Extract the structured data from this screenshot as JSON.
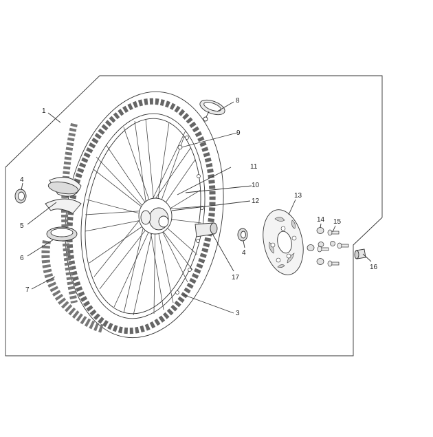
{
  "callouts": [
    {
      "id": "c1",
      "label": "1"
    },
    {
      "id": "c2",
      "label": "3"
    },
    {
      "id": "c3",
      "label": "4"
    },
    {
      "id": "c4",
      "label": "4"
    },
    {
      "id": "c5",
      "label": "5"
    },
    {
      "id": "c6",
      "label": "6"
    },
    {
      "id": "c7",
      "label": "7"
    },
    {
      "id": "c8",
      "label": "8"
    },
    {
      "id": "c9",
      "label": "9"
    },
    {
      "id": "c10",
      "label": "10"
    },
    {
      "id": "c11",
      "label": "11"
    },
    {
      "id": "c12",
      "label": "12"
    },
    {
      "id": "c13",
      "label": "13"
    },
    {
      "id": "c14",
      "label": "14"
    },
    {
      "id": "c15",
      "label": "15"
    },
    {
      "id": "c16",
      "label": "16"
    },
    {
      "id": "c17",
      "label": "17"
    }
  ]
}
